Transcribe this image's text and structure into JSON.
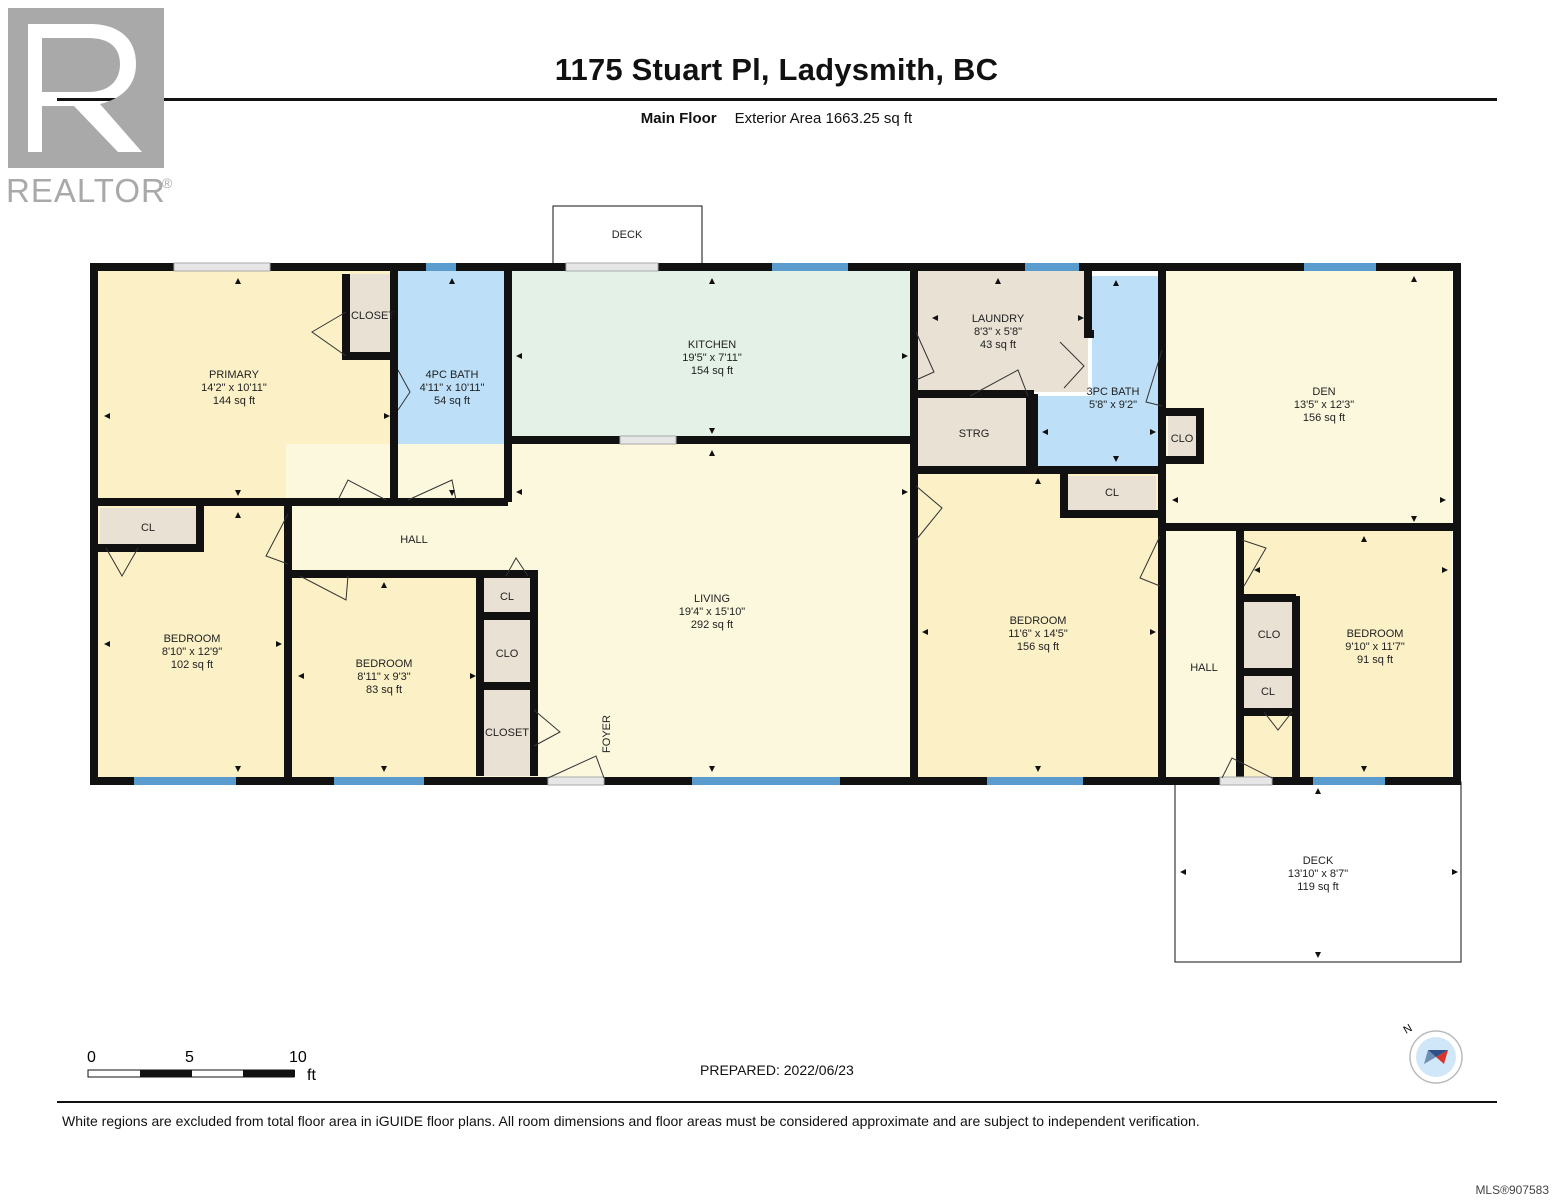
{
  "header": {
    "title": "1175 Stuart Pl, Ladysmith, BC",
    "floor": "Main Floor",
    "area": "Exterior Area 1663.25 sq ft"
  },
  "logo": {
    "text": "REALTOR",
    "reg": "®"
  },
  "rooms": {
    "primary": {
      "name": "PRIMARY",
      "dims": "14'2\" x 10'11\"",
      "area": "144 sq ft"
    },
    "bath4": {
      "name": "4PC BATH",
      "dims": "4'11\" x 10'11\"",
      "area": "54 sq ft"
    },
    "kitchen": {
      "name": "KITCHEN",
      "dims": "19'5\" x 7'11\"",
      "area": "154 sq ft"
    },
    "laundry": {
      "name": "LAUNDRY",
      "dims": "8'3\" x 5'8\"",
      "area": "43 sq ft"
    },
    "bath3": {
      "name": "3PC BATH",
      "dims": "5'8\" x 9'2\""
    },
    "den": {
      "name": "DEN",
      "dims": "13'5\" x 12'3\"",
      "area": "156 sq ft"
    },
    "living": {
      "name": "LIVING",
      "dims": "19'4\" x 15'10\"",
      "area": "292 sq ft"
    },
    "bed1": {
      "name": "BEDROOM",
      "dims": "8'10\" x 12'9\"",
      "area": "102 sq ft"
    },
    "bed2": {
      "name": "BEDROOM",
      "dims": "8'11\" x 9'3\"",
      "area": "83 sq ft"
    },
    "bed3": {
      "name": "BEDROOM",
      "dims": "11'6\" x 14'5\"",
      "area": "156 sq ft"
    },
    "bed4": {
      "name": "BEDROOM",
      "dims": "9'10\" x 11'7\"",
      "area": "91 sq ft"
    },
    "deck_rear": {
      "name": "DECK",
      "dims": "13'10\" x 8'7\"",
      "area": "119 sq ft"
    }
  },
  "labels": {
    "deck_top": "DECK",
    "closet": "CLOSET",
    "cl": "CL",
    "clo": "CLO",
    "strg": "STRG",
    "hall": "HALL",
    "foyer": "FOYER"
  },
  "scale": {
    "t0": "0",
    "t5": "5",
    "t10": "10",
    "unit": "ft"
  },
  "compass": {
    "north": "N"
  },
  "prepared": "PREPARED: 2022/06/23",
  "disclaimer": "White regions are excluded from total floor area in iGUIDE floor plans. All room dimensions and floor areas must be considered approximate and are subject to independent verification.",
  "mls": "MLS®907583",
  "colors": {
    "wall": "#111111",
    "bedroom": "#fbf0c6",
    "living": "#fcf8dd",
    "kitchen": "#e3f1e6",
    "bath": "#bde0f8",
    "utility": "#e9e1d4",
    "window": "#5b9ccf"
  }
}
